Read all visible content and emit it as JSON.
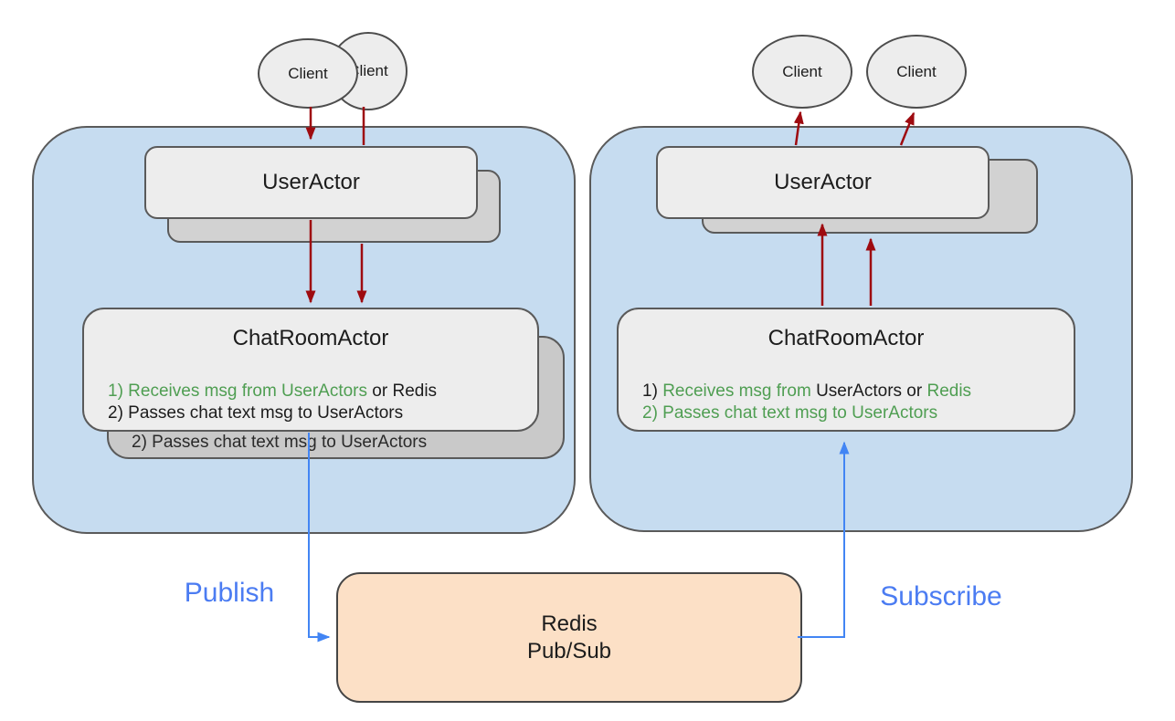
{
  "diagram": {
    "client_label": "Client",
    "left_server": {
      "user_actor_title": "UserActor",
      "chat_room_actor_title": "ChatRoomActor",
      "chat_room_line1": [
        {
          "text": "1) Receives msg from UserActors",
          "color": "green"
        },
        {
          "text": " or Redis",
          "color": "black"
        }
      ],
      "chat_room_line2": [
        {
          "text": "2) Passes chat text msg to UserActors",
          "color": "black"
        }
      ],
      "shadow_clipped_line": "2) Passes chat text msg to UserActors"
    },
    "right_server": {
      "user_actor_title": "UserActor",
      "chat_room_actor_title": "ChatRoomActor",
      "chat_room_line1": [
        {
          "text": "1) ",
          "color": "black"
        },
        {
          "text": "Receives msg from ",
          "color": "green"
        },
        {
          "text": "UserActors or ",
          "color": "black"
        },
        {
          "text": "Redis",
          "color": "green"
        }
      ],
      "chat_room_line2": [
        {
          "text": "2) Passes chat text msg to UserActors",
          "color": "green"
        }
      ]
    },
    "redis": {
      "line1": "Redis",
      "line2": "Pub/Sub"
    },
    "publish_label": "Publish",
    "subscribe_label": "Subscribe",
    "colors": {
      "container_blue": "#c6dcf0",
      "box_gray": "#ededed",
      "shadow_gray": "#d2d2d2",
      "chat_shadow_gray": "#c9c9c9",
      "redis_orange": "#fce0c6",
      "arrow_red": "#9e0b10",
      "flow_blue": "#4285f4",
      "label_blue": "#4b7cf2",
      "note_green": "#4f9e52",
      "text_black": "#1c1c1c"
    }
  }
}
